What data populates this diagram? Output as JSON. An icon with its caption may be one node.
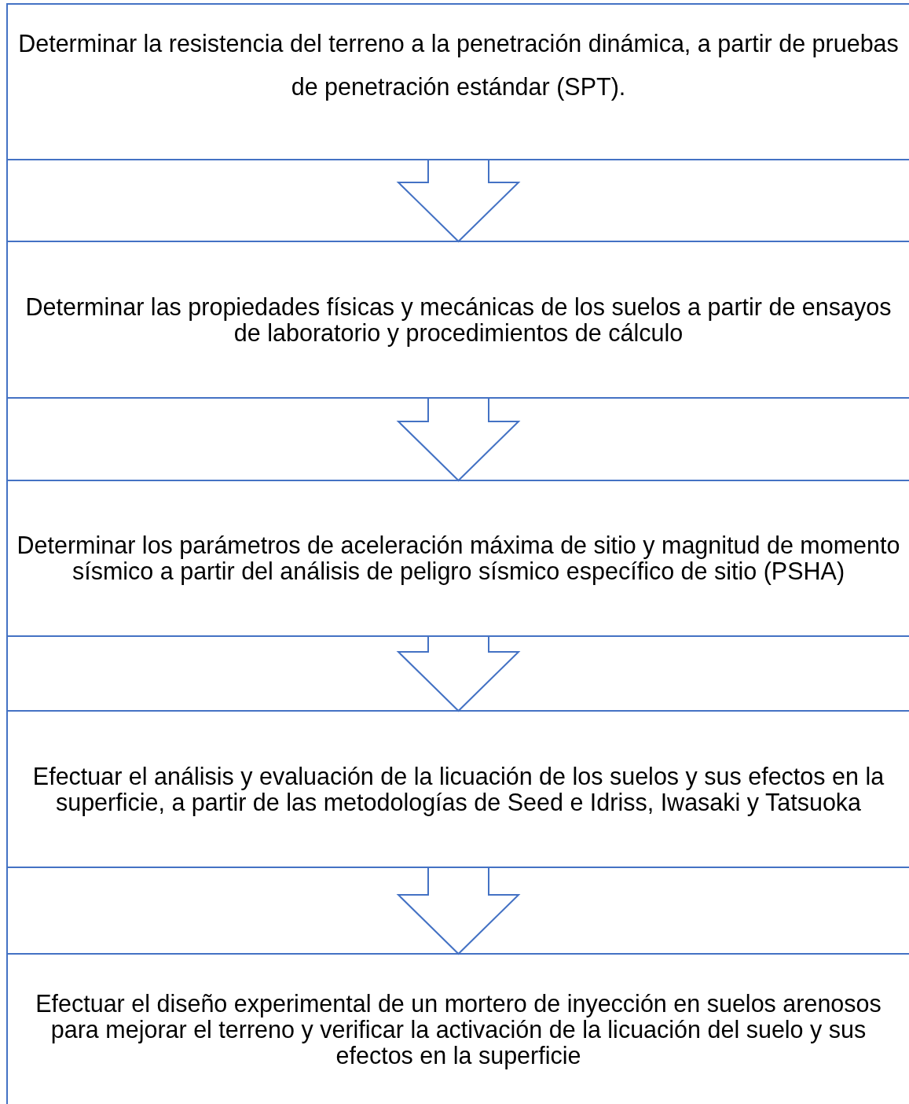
{
  "diagram": {
    "nodes": [
      {
        "text": [
          "Determinar la resistencia del terreno a la penetración dinámica, a partir de pruebas de penetración estándar (SPT)."
        ]
      },
      {
        "text": [
          "Determinar las propiedades físicas y mecánicas de los suelos a partir de ensayos de laboratorio y procedimientos de cálculo"
        ]
      },
      {
        "text": [
          "Determinar los parámetros de aceleración máxima de sitio y magnitud de momento sísmico a partir del análisis de peligro sísmico específico de sitio (PSHA)"
        ]
      },
      {
        "text": [
          "Efectuar el análisis y evaluación de la licuación de los suelos y sus efectos en la superficie, a partir de las metodologías de Seed e Idriss, Iwasaki y Tatsuoka"
        ]
      },
      {
        "text": [
          "Efectuar el diseño experimental de un mortero de inyección en suelos arenosos para mejorar el terreno y verificar la activación de la licuación del suelo y sus efectos en la superficie"
        ]
      }
    ],
    "edges": [
      {
        "from": 0,
        "to": 1,
        "arrow": "to"
      },
      {
        "from": 1,
        "to": 2,
        "arrow": "to"
      },
      {
        "from": 2,
        "to": 3,
        "arrow": "to"
      },
      {
        "from": 3,
        "to": 4,
        "arrow": "to"
      }
    ]
  }
}
